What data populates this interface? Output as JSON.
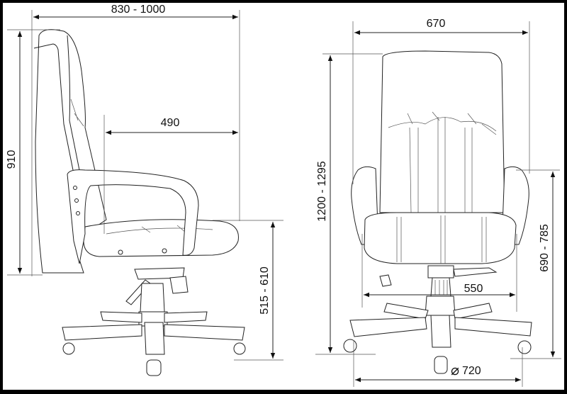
{
  "side_view": {
    "overall_depth": "830 - 1000",
    "back_height": "910",
    "seat_depth": "490",
    "seat_height": "515 - 610"
  },
  "front_view": {
    "overall_width": "670",
    "overall_height": "1200 - 1295",
    "armrest_height": "690 - 785",
    "seat_width": "550",
    "base_diameter_symbol": "⌀",
    "base_diameter": "720"
  },
  "colors": {
    "background": "#ffffff",
    "border": "#000000",
    "lines": "#222222"
  }
}
